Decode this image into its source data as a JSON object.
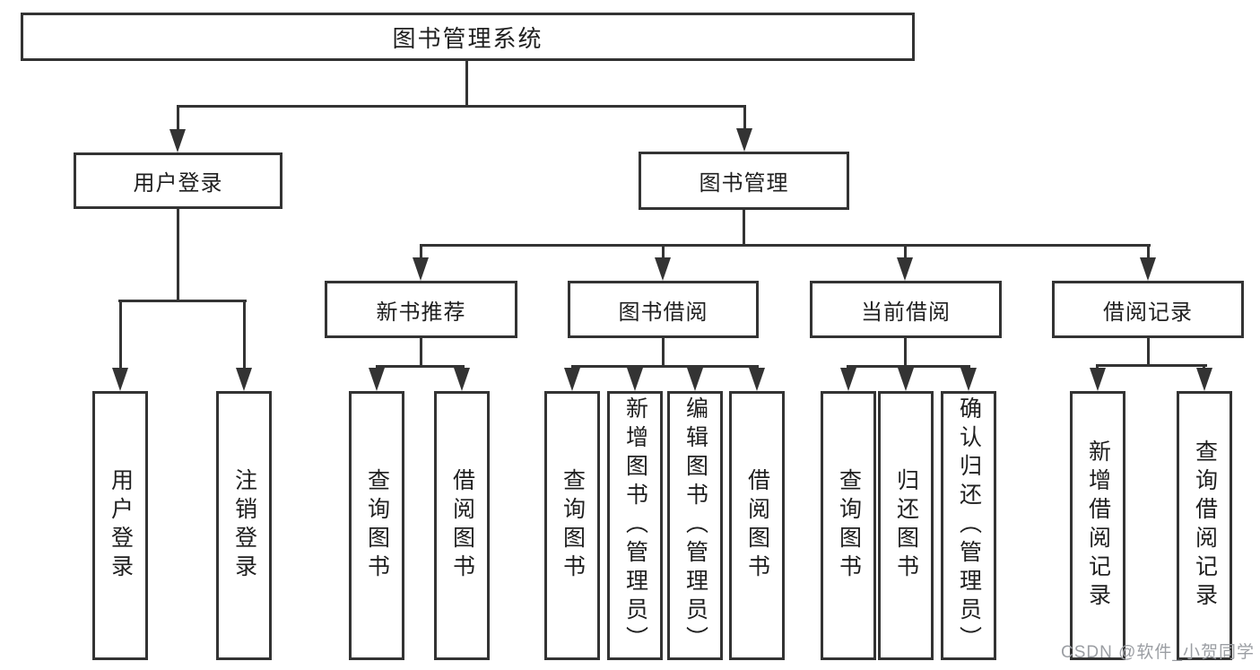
{
  "diagram": {
    "type": "hierarchy-org-chart",
    "root": {
      "label": "图书管理系统"
    },
    "level2": {
      "user_login": {
        "label": "用户登录"
      },
      "book_mgmt": {
        "label": "图书管理"
      }
    },
    "level3": {
      "new_book_rec": {
        "label": "新书推荐"
      },
      "book_borrow": {
        "label": "图书借阅"
      },
      "current_borrow": {
        "label": "当前借阅"
      },
      "borrow_record": {
        "label": "借阅记录"
      }
    },
    "leaves": {
      "user_login_login": "用户登录",
      "user_login_logout": "注销登录",
      "newrec_query_books": "查询图书",
      "newrec_borrow_books": "借阅图书",
      "borrow_query_books": "查询图书",
      "borrow_add_books_admin": "新增图书（管理员）",
      "borrow_edit_books_admin": "编辑图书（管理员）",
      "borrow_borrow_books": "借阅图书",
      "current_query_books": "查询图书",
      "current_return_books": "归还图书",
      "current_confirm_return_admin": "确认归还（管理员）",
      "record_add_record": "新增借阅记录",
      "record_query_record": "查询借阅记录"
    }
  },
  "watermark": {
    "text": "CSDN @软件_小贺同学",
    "color": "#9b9ea3"
  },
  "colors": {
    "line": "#333333",
    "text": "#1f1f1f",
    "background": "#ffffff"
  }
}
